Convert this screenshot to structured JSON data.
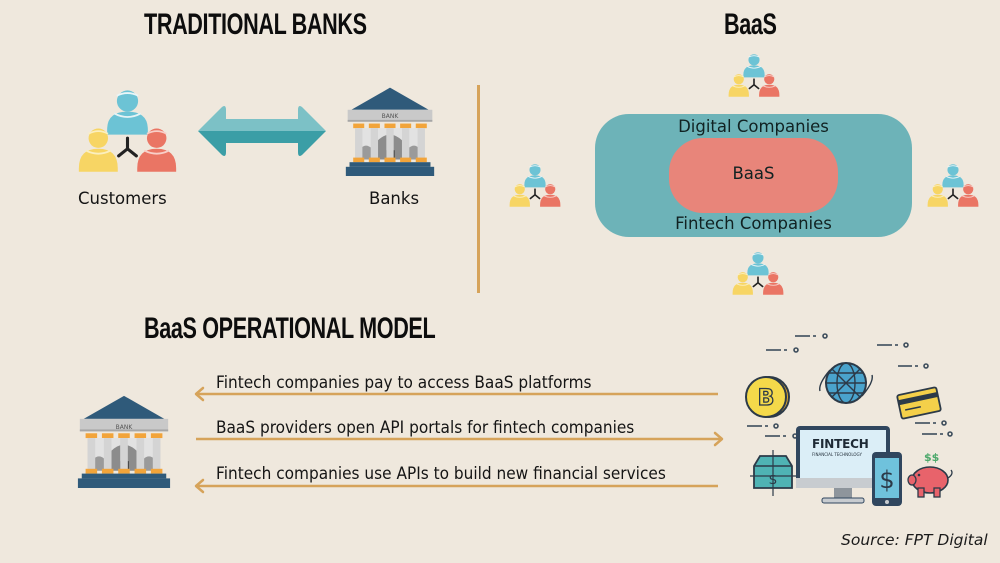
{
  "traditional": {
    "title": "TRADITIONAL BANKS",
    "customers_label": "Customers",
    "banks_label": "Banks",
    "bank_sign": "BANK"
  },
  "baas": {
    "title": "BaaS",
    "outer_top_label": "Digital Companies",
    "outer_bottom_label": "Fintech Companies",
    "inner_label": "BaaS"
  },
  "model": {
    "title": "BaaS OPERATIONAL MODEL",
    "bank_sign": "BANK",
    "flows": [
      {
        "text": "Fintech companies pay to access BaaS platforms",
        "direction": "left"
      },
      {
        "text": "BaaS providers open API portals for fintech companies",
        "direction": "right"
      },
      {
        "text": "Fintech companies use APIs to build new financial services",
        "direction": "left"
      }
    ],
    "fintech_screen_title": "FINTECH",
    "fintech_screen_subtitle": "FINANCIAL TECHNOLOGY"
  },
  "source": "Source: FPT Digital",
  "colors": {
    "background": "#efe8dd",
    "teal": "#6db3b8",
    "salmon": "#e8857a",
    "gold": "#d6a35a",
    "navy": "#2f5a7a",
    "person_blue": "#6cc3d5",
    "person_yellow": "#f7d564",
    "person_red": "#ea7564"
  }
}
